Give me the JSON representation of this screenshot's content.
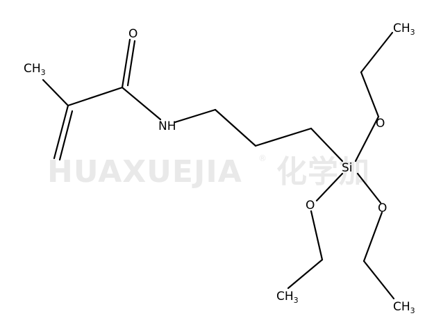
{
  "watermark": {
    "text": "HUAXUEJIA",
    "registered": "®",
    "cn": "化学加"
  },
  "atoms": {
    "o_carbonyl": "O",
    "ch3_methyl": "CH3",
    "nh": "NH",
    "si": "Si",
    "o_upper": "O",
    "ch3_upper": "CH3",
    "o_left": "O",
    "ch3_left": "CH3",
    "o_right": "O",
    "ch3_right": "CH3"
  }
}
